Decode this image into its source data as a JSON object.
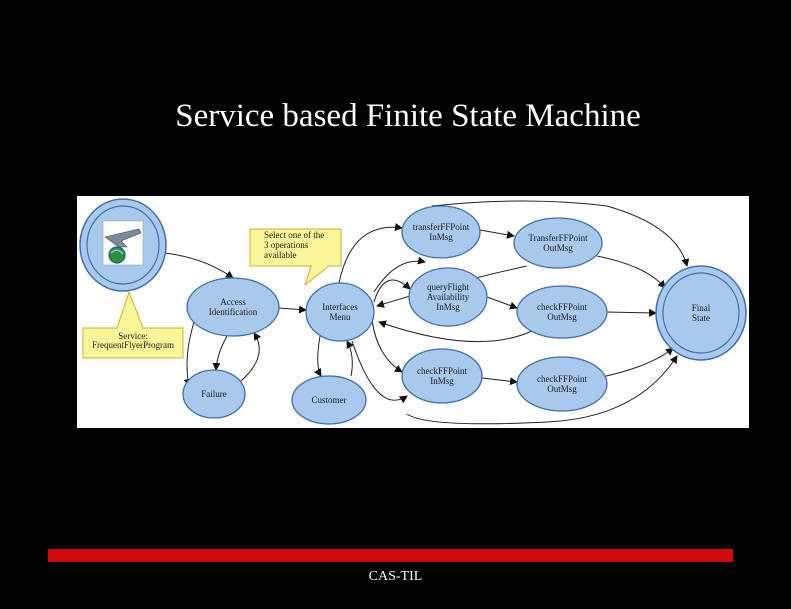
{
  "slide": {
    "title": "Service based Finite State Machine",
    "footer": "CAS-TIL"
  },
  "colors": {
    "background": "#000000",
    "node_fill": "#a9c9ec",
    "node_stroke": "#3e6fb0",
    "callout_fill": "#fbf59a",
    "callout_stroke": "#c7b22a",
    "footer_bar": "#d00a0a"
  },
  "diagram": {
    "states": [
      {
        "id": "start",
        "lines": [],
        "icon": "airplane-globe-icon"
      },
      {
        "id": "access",
        "lines": [
          "Access",
          "Identification"
        ]
      },
      {
        "id": "failure",
        "lines": [
          "Failure"
        ]
      },
      {
        "id": "interfaces",
        "lines": [
          "Interfaces",
          "Menu"
        ]
      },
      {
        "id": "customer",
        "lines": [
          "Customer"
        ]
      },
      {
        "id": "transfer-in",
        "lines": [
          "transferFFPoint",
          "InMsg"
        ]
      },
      {
        "id": "query-in",
        "lines": [
          "queryFlight",
          "Availability",
          "InMsg"
        ]
      },
      {
        "id": "check-in",
        "lines": [
          "checkFFPoint",
          "InMsg"
        ]
      },
      {
        "id": "transfer-out",
        "lines": [
          "TransferFFPoint",
          "OutMsg"
        ]
      },
      {
        "id": "check-out-1",
        "lines": [
          "checkFFPoint",
          "OutMsg"
        ]
      },
      {
        "id": "check-out-2",
        "lines": [
          "checkFFPoint",
          "OutMsg"
        ]
      },
      {
        "id": "final",
        "lines": [
          "Final",
          "State"
        ]
      }
    ],
    "callouts": [
      {
        "id": "service-note",
        "lines": [
          "Service:",
          "FrequentFlyerProgram"
        ]
      },
      {
        "id": "select-note",
        "lines": [
          "Select one of the",
          "3 operations",
          "available"
        ]
      }
    ]
  }
}
